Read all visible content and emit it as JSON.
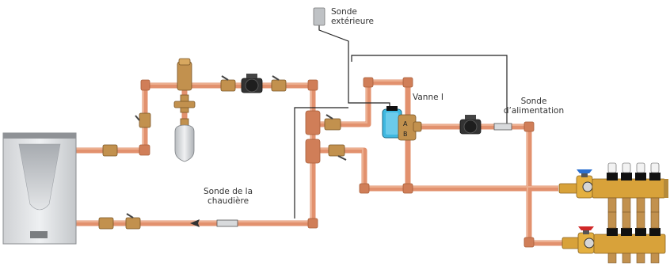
{
  "labels": {
    "outdoor_sensor": [
      "Sonde",
      "extérieure"
    ],
    "mixing_valve": "Vanne I",
    "port_a": "A",
    "port_b": "B",
    "supply_sensor": [
      "Sonde",
      "d’alimentation"
    ],
    "boiler_sensor": [
      "Sonde de la",
      "chaudière"
    ]
  },
  "colors": {
    "copper": "#e2916e",
    "copper_dark": "#b8643e",
    "brass": "#c2914e",
    "brass_dark": "#7a5526",
    "valve_cyan": "#3fb8e0",
    "handle_blue": "#2a6fd0",
    "handle_red": "#d02828",
    "wire": "#222222"
  }
}
